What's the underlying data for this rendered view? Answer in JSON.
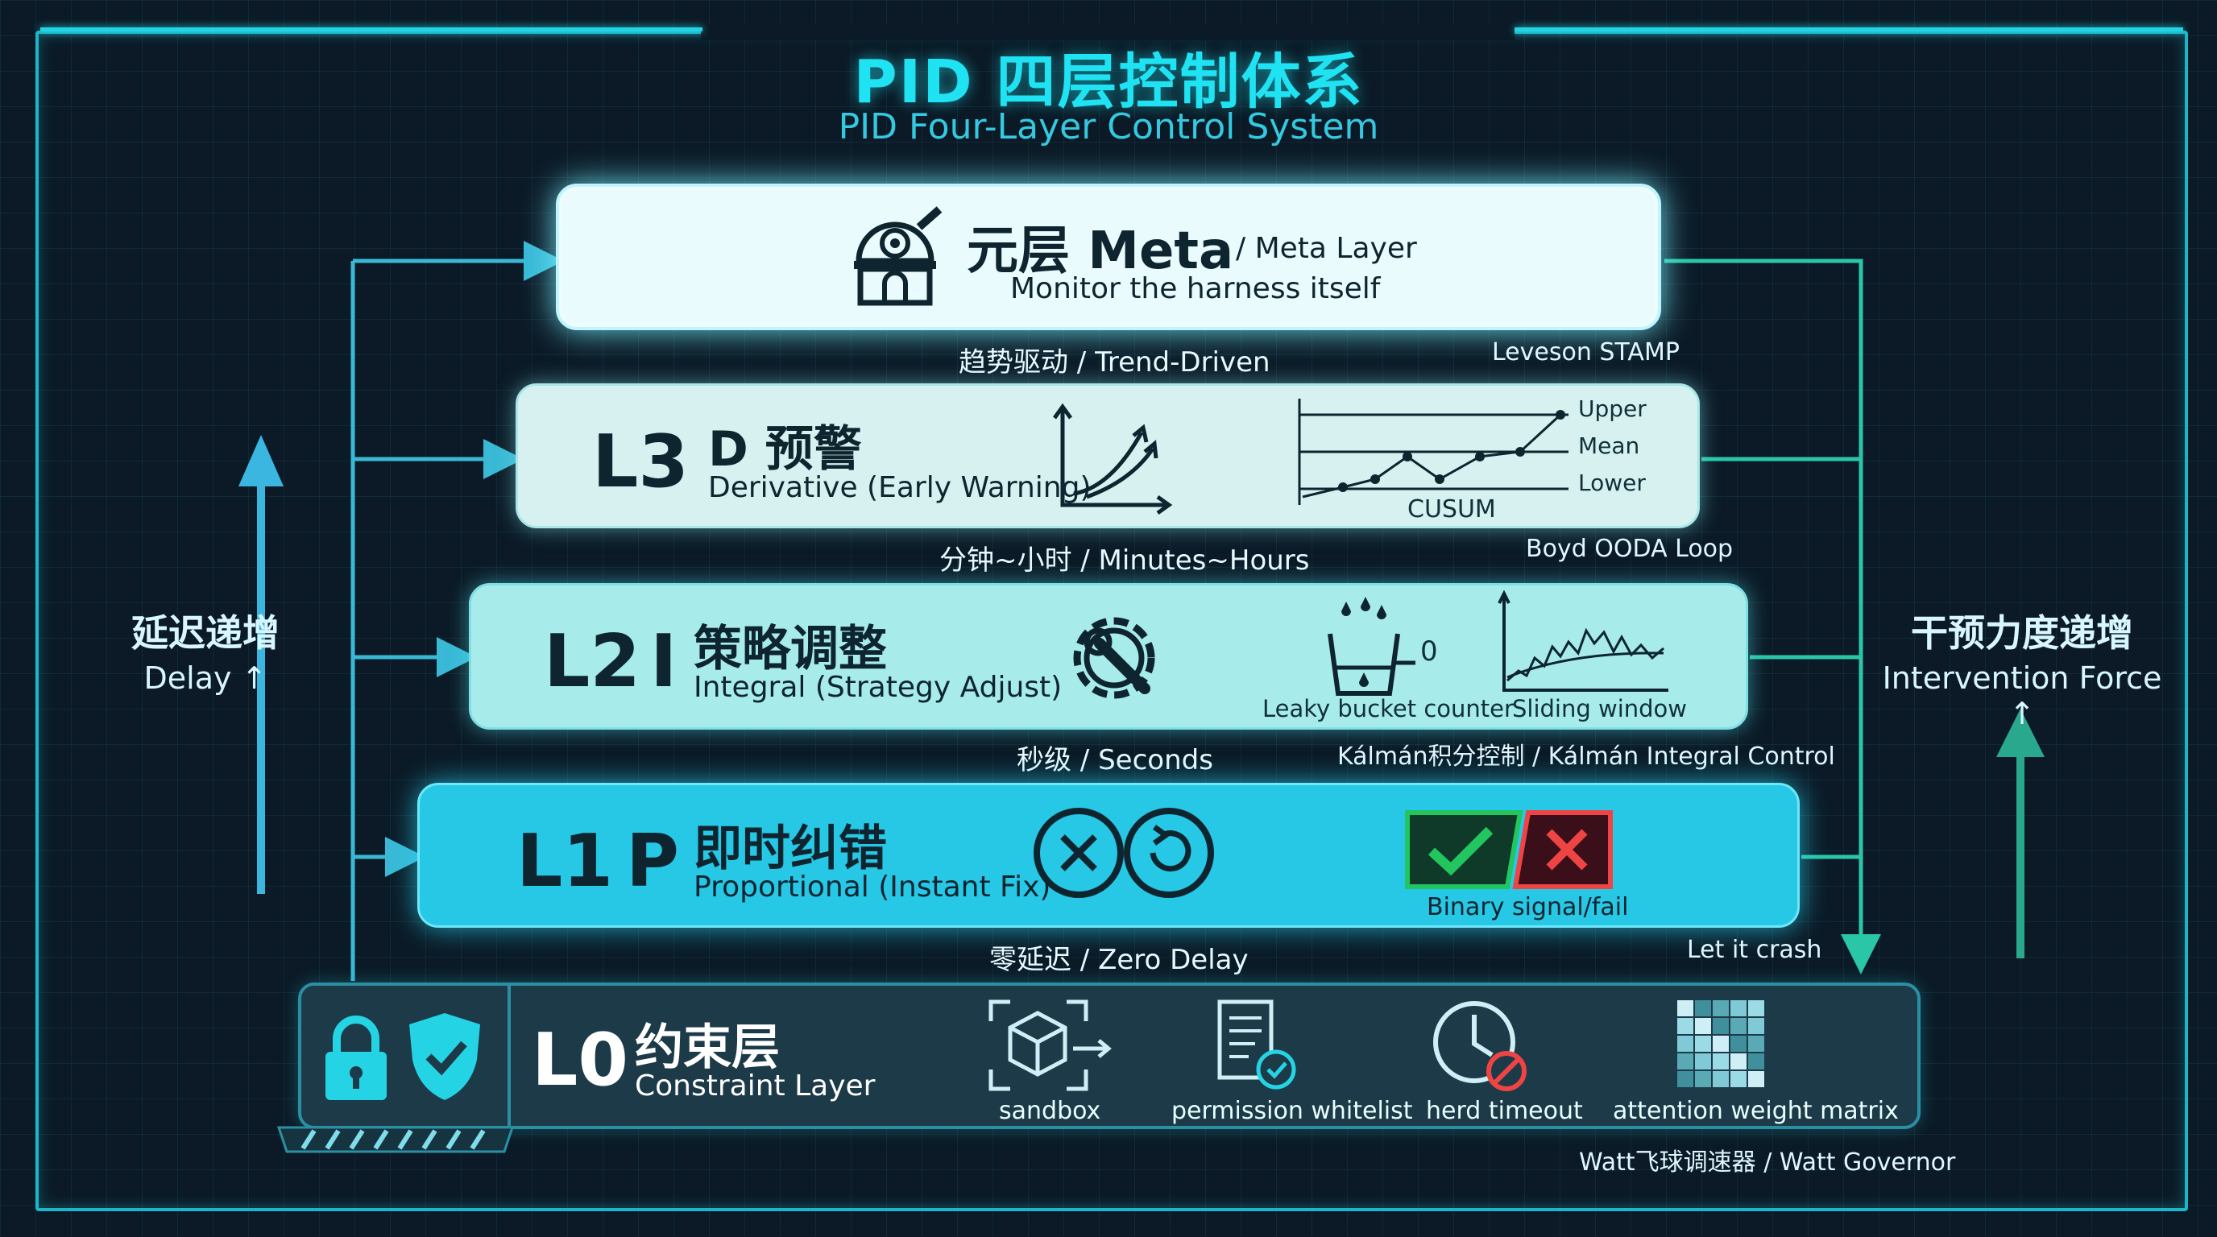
{
  "title": {
    "zh": "PID 四层控制体系",
    "en": "PID Four-Layer Control System"
  },
  "left_axis": {
    "zh": "延迟递增",
    "en": "Delay ↑"
  },
  "right_axis": {
    "zh": "干预力度递增",
    "en": "Intervention Force ↑"
  },
  "layers": {
    "meta": {
      "title": "元层 Meta",
      "subtitle": "/ Meta Layer",
      "desc": "Monitor the harness itself",
      "icon": "observatory-icon",
      "below_left": "趋势驱动 / Trend-Driven",
      "below_right": "Leveson STAMP"
    },
    "l3": {
      "code": "L3",
      "title": "D 预警",
      "desc": "Derivative (Early Warning)",
      "icon": "rising-trend-icon",
      "chart_labels": {
        "upper": "Upper",
        "mean": "Mean",
        "lower": "Lower",
        "caption": "CUSUM"
      },
      "below_left": "分钟~小时 / Minutes~Hours",
      "below_right": "Boyd OODA Loop"
    },
    "l2": {
      "code": "L2",
      "letter": "I",
      "title": "策略调整",
      "desc": "Integral (Strategy Adjust)",
      "icon": "gear-wrench-icon",
      "leaky_label": "Leaky bucket counter",
      "leaky_zero": "0",
      "sliding_label": "Sliding window",
      "below_left": "秒级 / Seconds",
      "below_right": "Kálmán积分控制 / Kálmán Integral Control"
    },
    "l1": {
      "code": "L1",
      "letter": "P",
      "title": "即时纠错",
      "desc": "Proportional (Instant Fix)",
      "icon": "retry-cycle-icon",
      "binary_label": "Binary signal/fail",
      "below_left": "零延迟 / Zero Delay",
      "below_right": "Let it crash"
    },
    "l0": {
      "code": "L0",
      "title": "约束层",
      "desc": "Constraint Layer",
      "items": [
        {
          "label": "sandbox",
          "icon": "sandbox-cube-icon"
        },
        {
          "label": "permission whitelist",
          "icon": "whitelist-document-icon"
        },
        {
          "label": "herd timeout",
          "icon": "clock-timeout-icon"
        },
        {
          "label": "attention weight matrix",
          "icon": "matrix-grid-icon"
        }
      ],
      "below_right": "Watt飞球调速器 / Watt Governor"
    }
  },
  "colors": {
    "accent": "#1fe3f2",
    "frame": "#1bb6c8",
    "ok": "#22c55e",
    "fail": "#ef4444"
  }
}
